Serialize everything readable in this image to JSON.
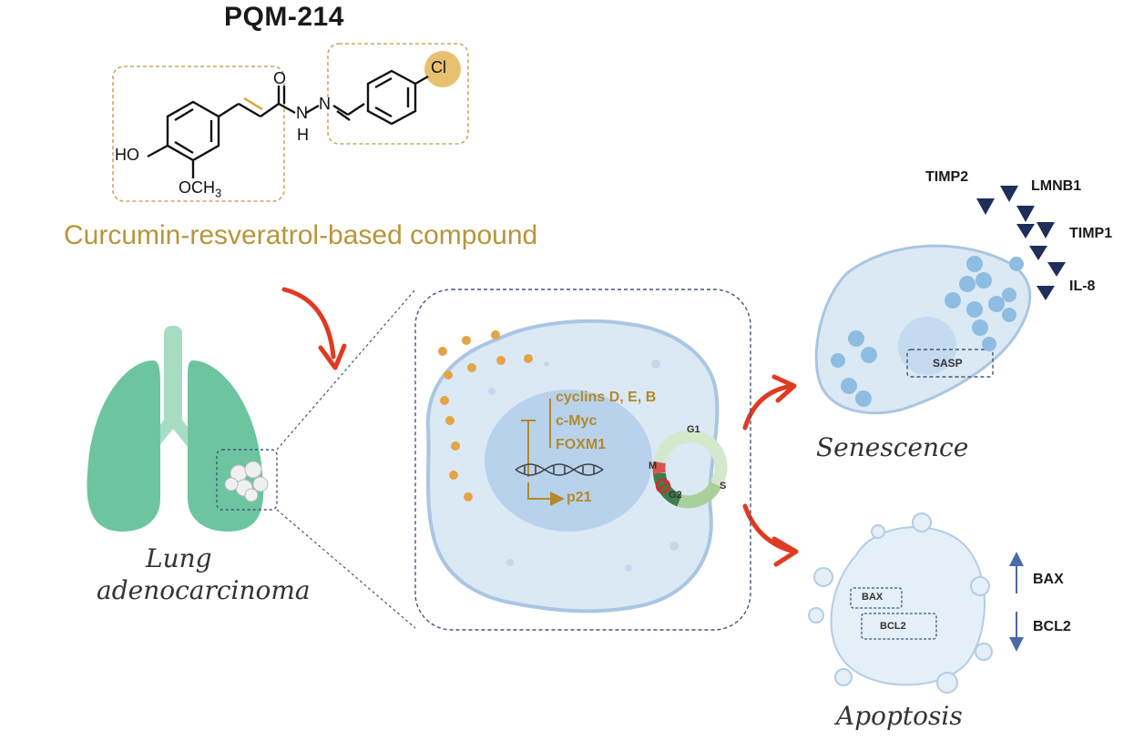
{
  "title": "PQM-214",
  "subtitle": "Curcumin-resveratrol-based compound",
  "structure": {
    "ho": "HO",
    "och3": "OCH",
    "och3_sub": "3",
    "o": "O",
    "n1": "N",
    "n2": "N",
    "h": "H",
    "cl": "Cl"
  },
  "lung": {
    "label_line1": "Lung",
    "label_line2": "adenocarcinoma"
  },
  "cell": {
    "genes": [
      "cyclins D, E, B",
      "c-Myc",
      "FOXM1"
    ],
    "p21": "p21",
    "cycle": {
      "g1": "G1",
      "s": "S",
      "g2": "G2",
      "m": "M"
    }
  },
  "senescence": {
    "label": "Senescence",
    "sasp": "SASP",
    "markers": [
      "TIMP2",
      "LMNB1",
      "TIMP1",
      "IL-8"
    ]
  },
  "apoptosis": {
    "label": "Apoptosis",
    "box1": "BAX",
    "box2": "BCL2",
    "bax": "BAX",
    "bcl2": "BCL2"
  },
  "colors": {
    "gold": "#b8953a",
    "lung": "#6cc5a0",
    "cell_fill": "#dbe9f5",
    "red_arrow": "#e03a22",
    "marker": "#1f2f5a"
  }
}
